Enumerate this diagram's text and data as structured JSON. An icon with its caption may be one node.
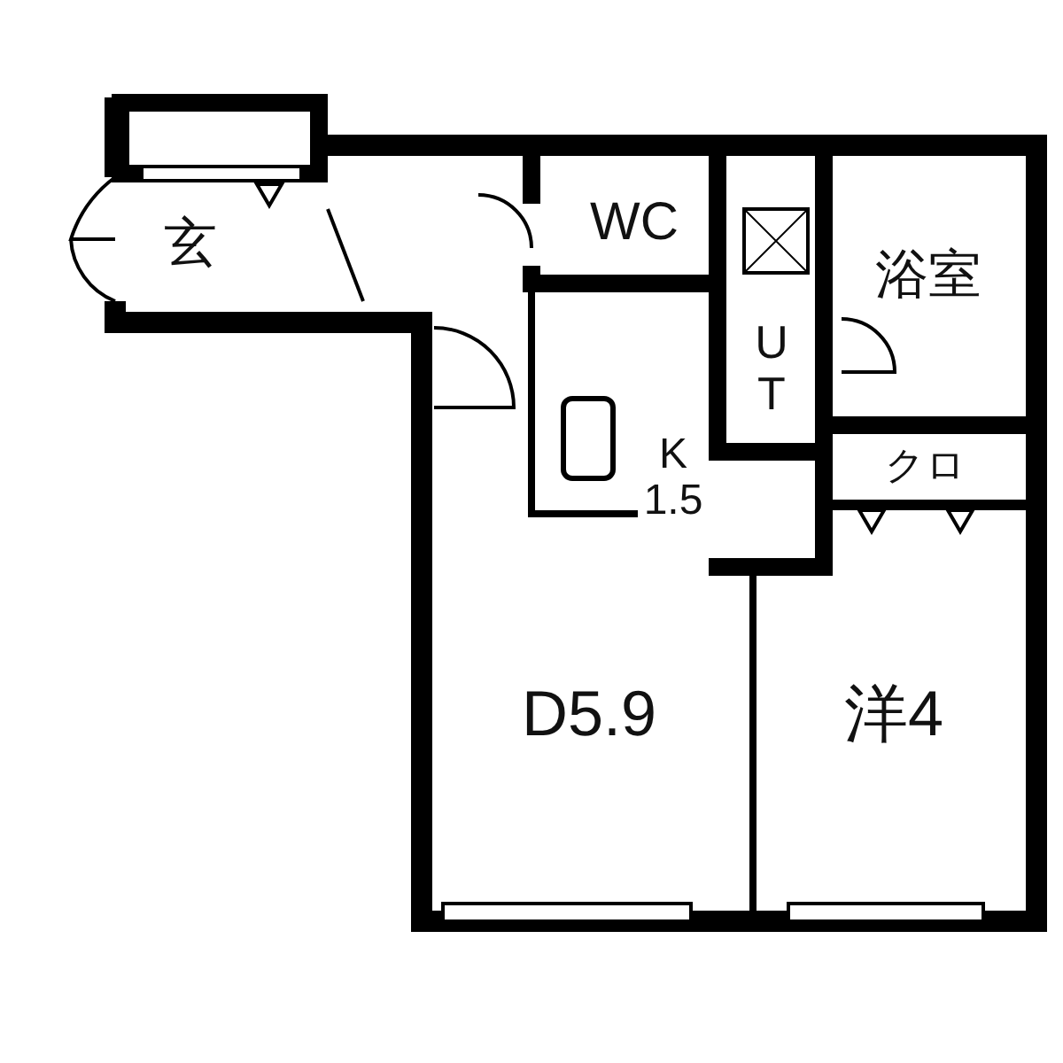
{
  "diagram": {
    "nodes": [
      {
        "text": [
          "玄"
        ]
      },
      {
        "text": [
          "WC"
        ]
      },
      {
        "text": [
          "U T"
        ]
      },
      {
        "text": [
          "浴室"
        ]
      },
      {
        "text": [
          "K 1.5"
        ]
      },
      {
        "text": [
          "クロ"
        ]
      },
      {
        "text": [
          "D5.9"
        ]
      },
      {
        "text": [
          "洋4"
        ]
      }
    ]
  }
}
